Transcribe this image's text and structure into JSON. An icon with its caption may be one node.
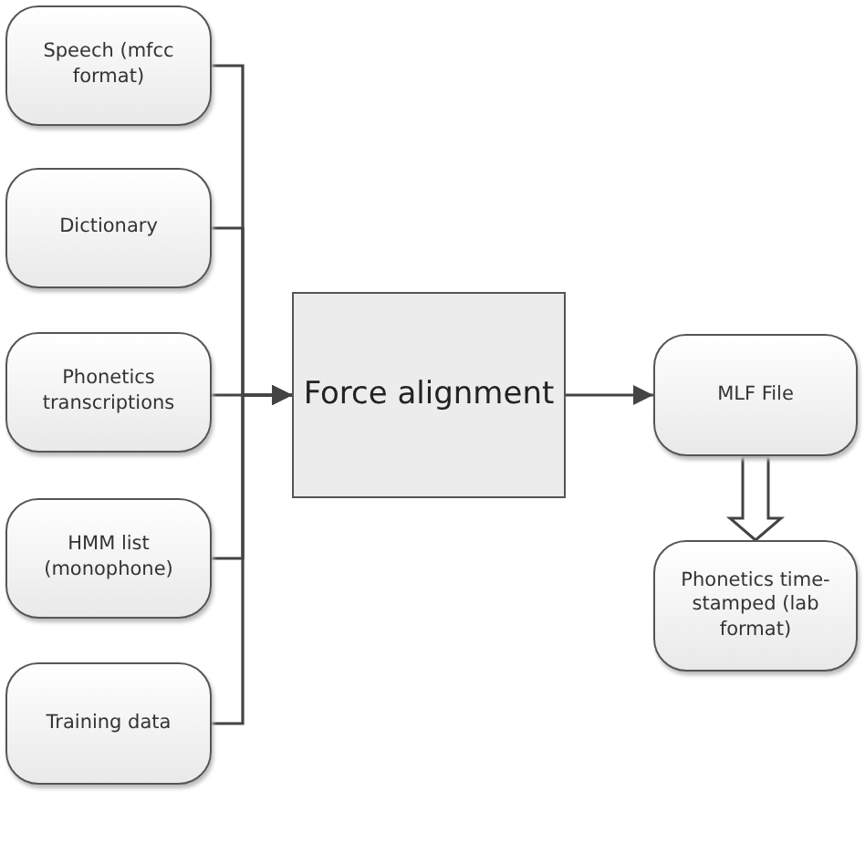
{
  "diagram": {
    "nodes": [
      {
        "text": [
          "Speech (mfcc format)"
        ]
      },
      {
        "text": [
          "Dictionary"
        ]
      },
      {
        "text": [
          "Phonetics transcriptions"
        ]
      },
      {
        "text": [
          "HMM list (monophone)"
        ]
      },
      {
        "text": [
          "Training data"
        ]
      },
      {
        "text": [
          "Force alignment"
        ]
      },
      {
        "text": [
          "MLF File"
        ]
      },
      {
        "text": [
          "Phonetics time-stamped (lab format)"
        ]
      }
    ],
    "edges": [
      {
        "from": 0,
        "to": 5,
        "arrow": "to"
      },
      {
        "from": 1,
        "to": 5,
        "arrow": "to"
      },
      {
        "from": 2,
        "to": 5,
        "arrow": "to"
      },
      {
        "from": 3,
        "to": 5,
        "arrow": "to"
      },
      {
        "from": 4,
        "to": 5,
        "arrow": "to"
      },
      {
        "from": 5,
        "to": 6,
        "arrow": "to"
      },
      {
        "from": 6,
        "to": 7,
        "arrow": "to",
        "style": "thick"
      }
    ]
  }
}
